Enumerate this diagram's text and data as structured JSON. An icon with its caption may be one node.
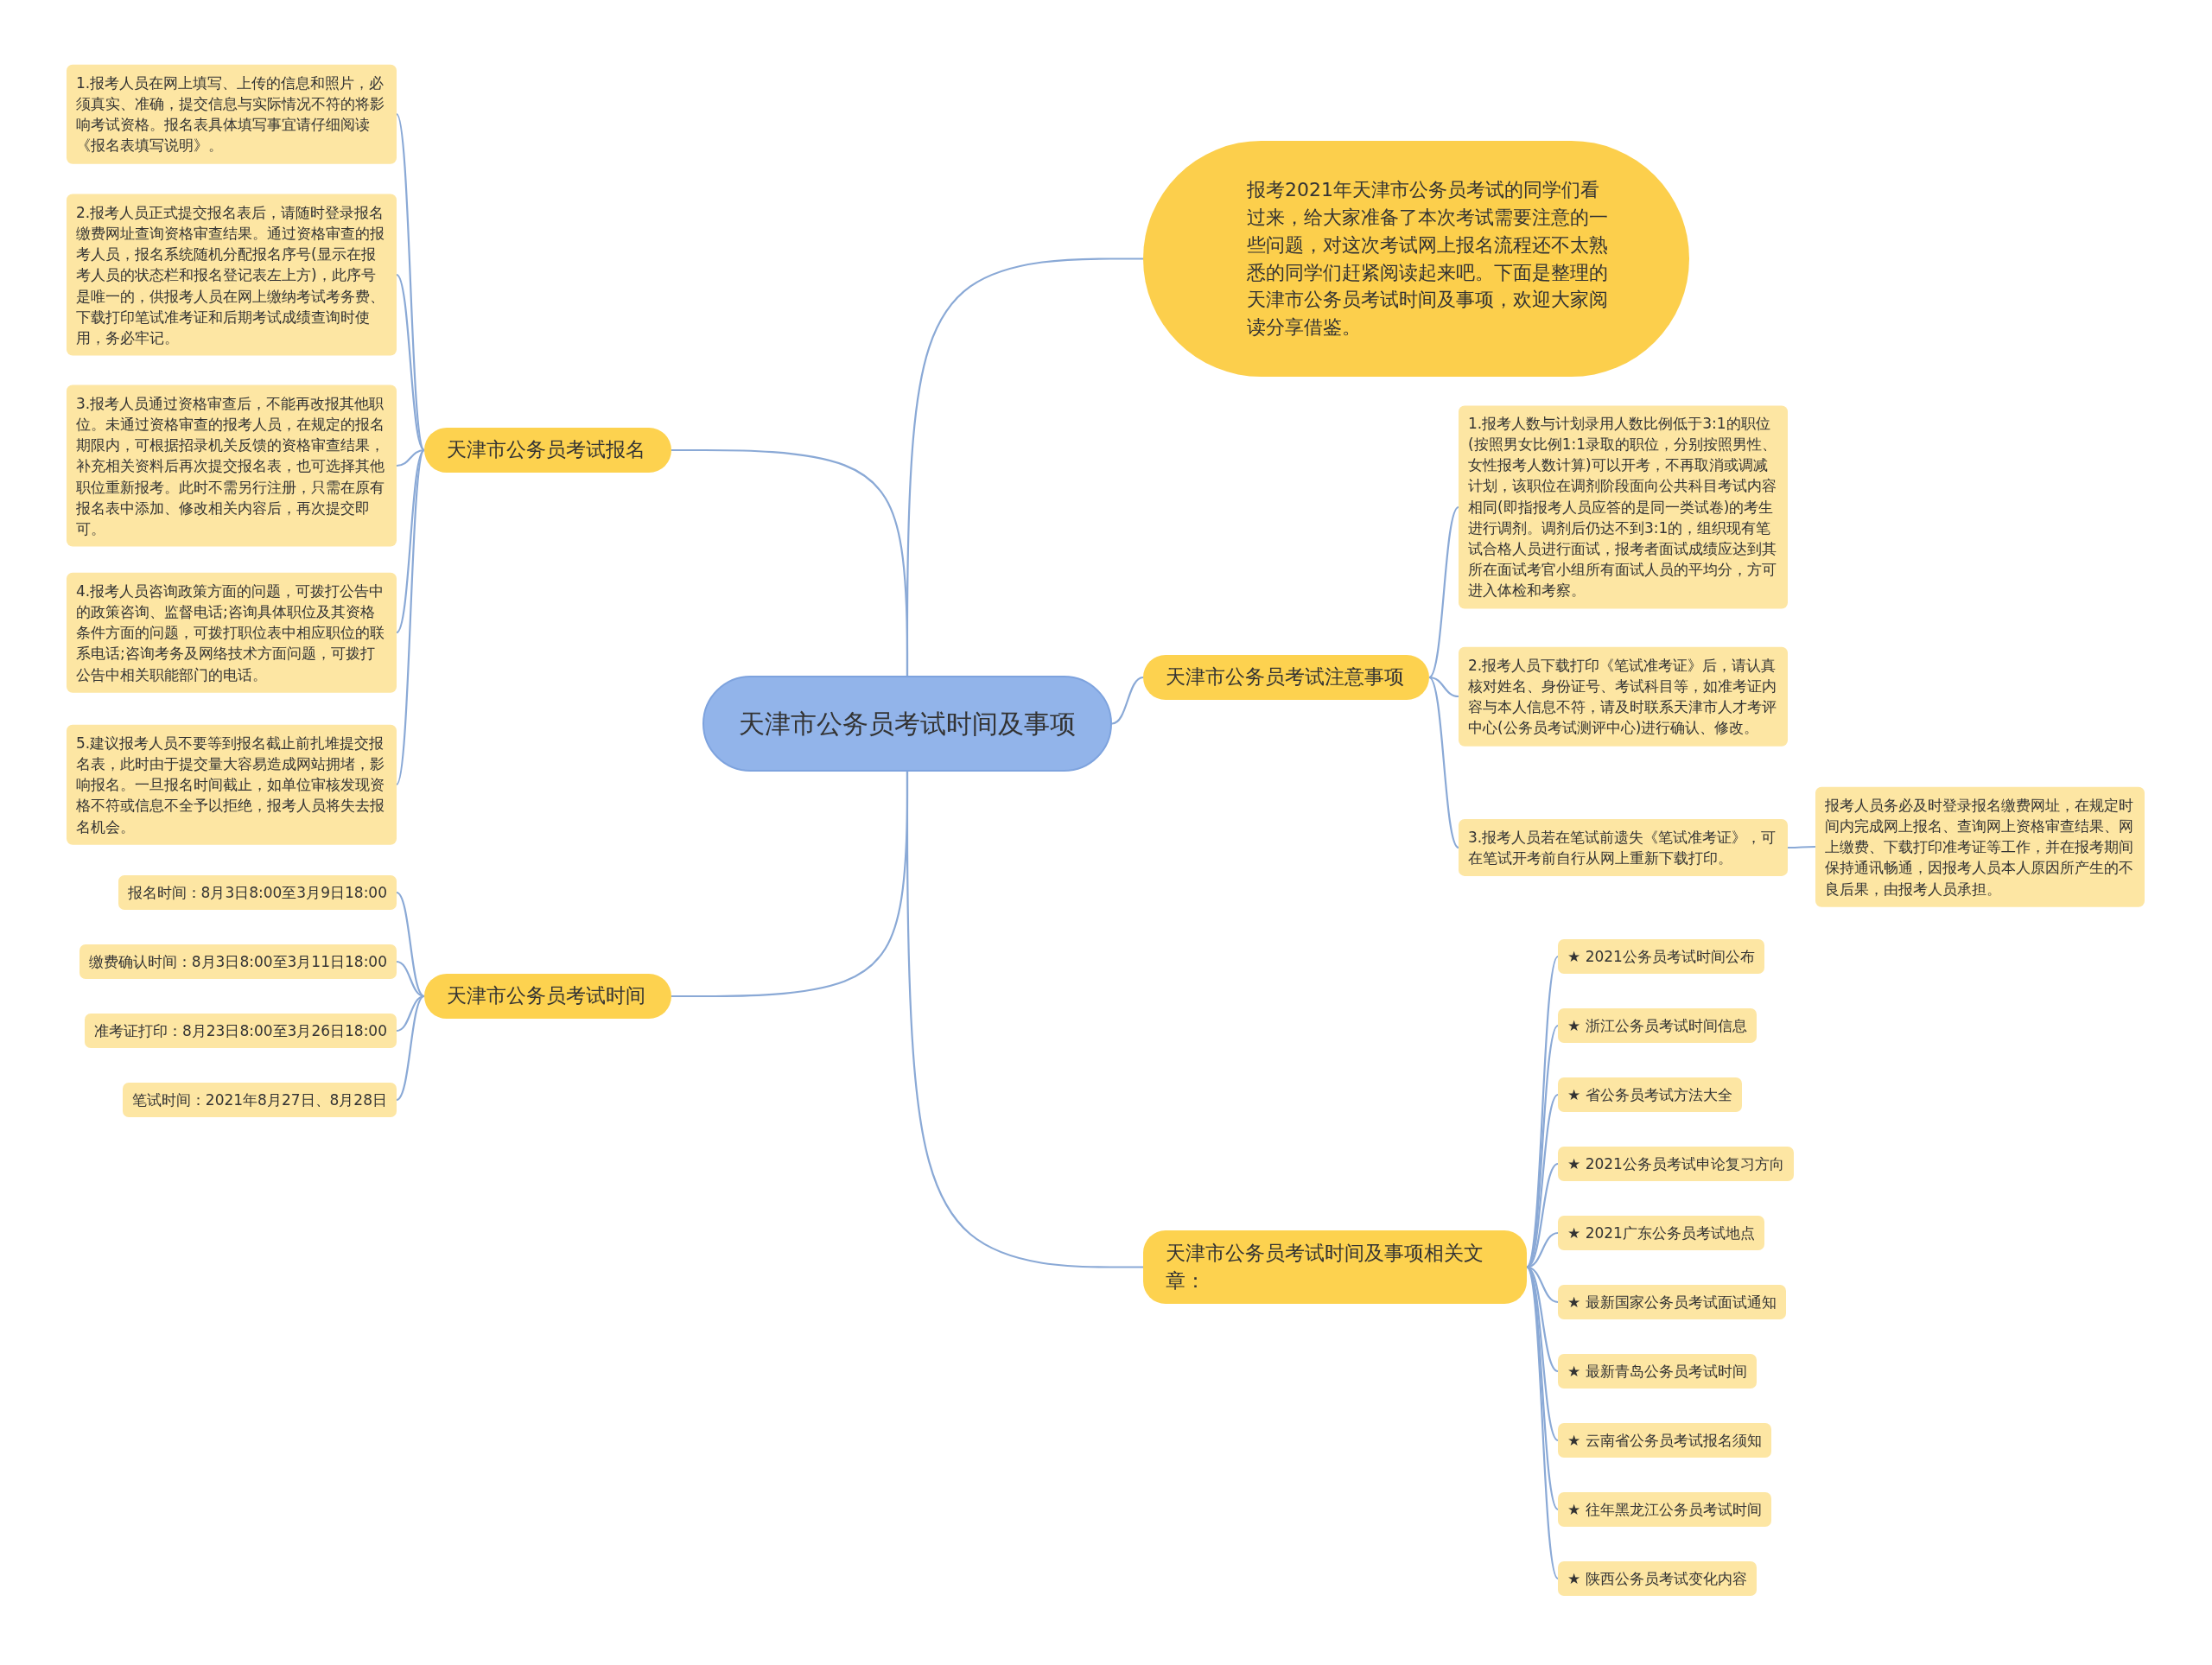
{
  "diagram": {
    "nodes": [
      {
        "text": [
          "天津市公务员考试时间及事项"
        ]
      },
      {
        "text": [
          "报考2021年天津市公务员考试的同学们看过来，给大家准备了本次考试需要注意的一些问题，对这次考试网上报名流程还不太熟悉的同学们赶紧阅读起来吧。下面是整理的天津市公务员考试时间及事项，欢迎大家阅读分享借鉴。"
        ]
      },
      {
        "text": [
          "天津市公务员考试报名"
        ]
      },
      {
        "text": [
          "1.报考人员在网上填写、上传的信息和照片，必须真实、准确，提交信息与实际情况不符的将影响考试资格。报名表具体填写事宜请仔细阅读《报名表填写说明》。"
        ]
      },
      {
        "text": [
          "2.报考人员正式提交报名表后，请随时登录报名缴费网址查询资格审查结果。通过资格审查的报考人员，报名系统随机分配报名序号(显示在报考人员的状态栏和报名登记表左上方)，此序号是唯一的，供报考人员在网上缴纳考试考务费、下载打印笔试准考证和后期考试成绩查询时使用，务必牢记。"
        ]
      },
      {
        "text": [
          "3.报考人员通过资格审查后，不能再改报其他职位。未通过资格审查的报考人员，在规定的报名期限内，可根据招录机关反馈的资格审查结果，补充相关资料后再次提交报名表，也可选择其他职位重新报考。此时不需另行注册，只需在原有报名表中添加、修改相关内容后，再次提交即可。"
        ]
      },
      {
        "text": [
          "4.报考人员咨询政策方面的问题，可拨打公告中的政策咨询、监督电话;咨询具体职位及其资格条件方面的问题，可拨打职位表中相应职位的联系电话;咨询考务及网络技术方面问题，可拨打公告中相关职能部门的电话。"
        ]
      },
      {
        "text": [
          "5.建议报考人员不要等到报名截止前扎堆提交报名表，此时由于提交量大容易造成网站拥堵，影响报名。一旦报名时间截止，如单位审核发现资格不符或信息不全予以拒绝，报考人员将失去报名机会。"
        ]
      },
      {
        "text": [
          "天津市公务员考试时间"
        ]
      },
      {
        "text": [
          "报名时间：8月3日8:00至3月9日18:00"
        ]
      },
      {
        "text": [
          "缴费确认时间：8月3日8:00至3月11日18:00"
        ]
      },
      {
        "text": [
          "准考证打印：8月23日8:00至3月26日18:00"
        ]
      },
      {
        "text": [
          "笔试时间：2021年8月27日、8月28日"
        ]
      },
      {
        "text": [
          "天津市公务员考试注意事项"
        ]
      },
      {
        "text": [
          "1.报考人数与计划录用人数比例低于3:1的职位(按照男女比例1:1录取的职位，分别按照男性、女性报考人数计算)可以开考，不再取消或调减计划，该职位在调剂阶段面向公共科目考试内容相同(即指报考人员应答的是同一类试卷)的考生进行调剂。调剂后仍达不到3:1的，组织现有笔试合格人员进行面试，报考者面试成绩应达到其所在面试考官小组所有面试人员的平均分，方可进入体检和考察。"
        ]
      },
      {
        "text": [
          "2.报考人员下载打印《笔试准考证》后，请认真核对姓名、身份证号、考试科目等，如准考证内容与本人信息不符，请及时联系天津市人才考评中心(公务员考试测评中心)进行确认、修改。"
        ]
      },
      {
        "text": [
          "3.报考人员若在笔试前遗失《笔试准考证》，可在笔试开考前自行从网上重新下载打印。"
        ]
      },
      {
        "text": [
          "报考人员务必及时登录报名缴费网址，在规定时间内完成网上报名、查询网上资格审查结果、网上缴费、下载打印准考证等工作，并在报考期间保持通讯畅通，因报考人员本人原因所产生的不良后果，由报考人员承担。"
        ]
      },
      {
        "text": [
          "天津市公务员考试时间及事项相关文章："
        ]
      },
      {
        "text": [
          "★ 2021公务员考试时间公布"
        ]
      },
      {
        "text": [
          "★ 浙江公务员考试时间信息"
        ]
      },
      {
        "text": [
          "★ 省公务员考试方法大全"
        ]
      },
      {
        "text": [
          "★ 2021公务员考试申论复习方向"
        ]
      },
      {
        "text": [
          "★ 2021广东公务员考试地点"
        ]
      },
      {
        "text": [
          "★ 最新国家公务员考试面试通知"
        ]
      },
      {
        "text": [
          "★ 最新青岛公务员考试时间"
        ]
      },
      {
        "text": [
          "★ 云南省公务员考试报名须知"
        ]
      },
      {
        "text": [
          "★ 往年黑龙江公务员考试时间"
        ]
      },
      {
        "text": [
          "★ 陕西公务员考试变化内容"
        ]
      }
    ],
    "edges": [
      {
        "from": 0,
        "to": 1,
        "arrow": "none"
      },
      {
        "from": 0,
        "to": 2,
        "arrow": "none"
      },
      {
        "from": 0,
        "to": 8,
        "arrow": "none"
      },
      {
        "from": 0,
        "to": 13,
        "arrow": "none"
      },
      {
        "from": 0,
        "to": 18,
        "arrow": "none"
      },
      {
        "from": 2,
        "to": 3,
        "arrow": "none"
      },
      {
        "from": 2,
        "to": 4,
        "arrow": "none"
      },
      {
        "from": 2,
        "to": 5,
        "arrow": "none"
      },
      {
        "from": 2,
        "to": 6,
        "arrow": "none"
      },
      {
        "from": 2,
        "to": 7,
        "arrow": "none"
      },
      {
        "from": 8,
        "to": 9,
        "arrow": "none"
      },
      {
        "from": 8,
        "to": 10,
        "arrow": "none"
      },
      {
        "from": 8,
        "to": 11,
        "arrow": "none"
      },
      {
        "from": 8,
        "to": 12,
        "arrow": "none"
      },
      {
        "from": 13,
        "to": 14,
        "arrow": "none"
      },
      {
        "from": 13,
        "to": 15,
        "arrow": "none"
      },
      {
        "from": 13,
        "to": 16,
        "arrow": "none"
      },
      {
        "from": 16,
        "to": 17,
        "arrow": "none"
      },
      {
        "from": 18,
        "to": 19,
        "arrow": "none"
      },
      {
        "from": 18,
        "to": 20,
        "arrow": "none"
      },
      {
        "from": 18,
        "to": 21,
        "arrow": "none"
      },
      {
        "from": 18,
        "to": 22,
        "arrow": "none"
      },
      {
        "from": 18,
        "to": 23,
        "arrow": "none"
      },
      {
        "from": 18,
        "to": 24,
        "arrow": "none"
      },
      {
        "from": 18,
        "to": 25,
        "arrow": "none"
      },
      {
        "from": 18,
        "to": 26,
        "arrow": "none"
      },
      {
        "from": 18,
        "to": 27,
        "arrow": "none"
      },
      {
        "from": 18,
        "to": 28,
        "arrow": "none"
      }
    ]
  }
}
